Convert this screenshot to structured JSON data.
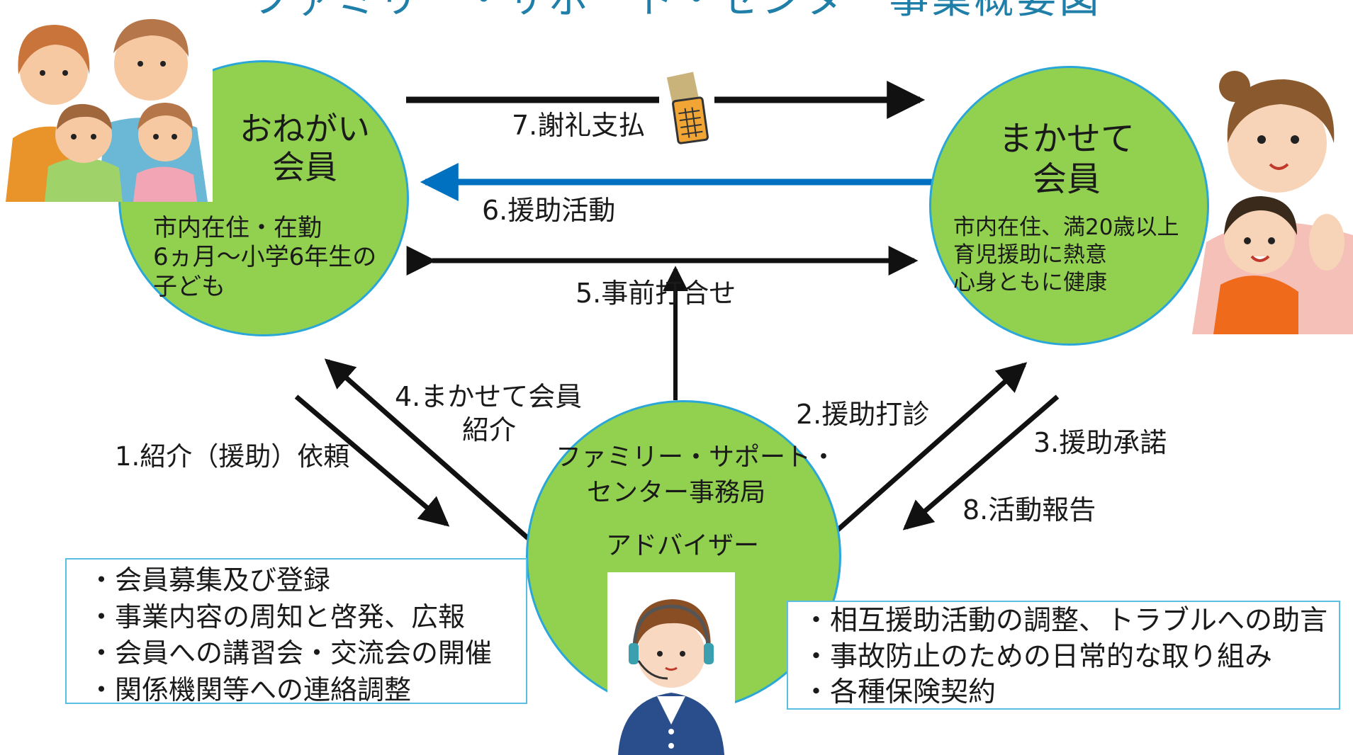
{
  "title": "ファミリー・サポート・センター事業概要図",
  "nodes": {
    "requester": {
      "title_line1": "おねがい",
      "title_line2": "会員",
      "desc": [
        "市内在住・在勤",
        "6ヵ月～小学6年生の",
        "子ども"
      ]
    },
    "provider": {
      "title_line1": "まかせて",
      "title_line2": "会員",
      "desc": [
        "市内在住、満20歳以上",
        "育児援助に熱意",
        "心身ともに健康"
      ]
    },
    "office": {
      "line1": "ファミリー・サポート・",
      "line2": "センター事務局",
      "line3": "アドバイザー"
    }
  },
  "steps": {
    "s1": "1.紹介（援助）依頼",
    "s2": "2.援助打診",
    "s3": "3.援助承諾",
    "s4_line1": "4.まかせて会員",
    "s4_line2": "紹介",
    "s5": "5.事前打合せ",
    "s6": "6.援助活動",
    "s7": "7.謝礼支払",
    "s8": "8.活動報告"
  },
  "office_duties_left": [
    "・会員募集及び登録",
    "・事業内容の周知と啓発、広報",
    "・会員への講習会・交流会の開催",
    "・関係機関等への連絡調整"
  ],
  "office_duties_right": [
    "・相互援助活動の調整、トラブルへの助言",
    "・事故防止のための日常的な取り組み",
    "・各種保険契約"
  ],
  "colors": {
    "circle_fill": "#92d050",
    "circle_border": "#2aa7d8",
    "arrow": "#111111",
    "activity_arrow": "#0070c0",
    "title": "#1f7fa8",
    "box_border": "#5bbfe3"
  },
  "icons": {
    "family": "family-illustration",
    "mother_child": "mother-child-illustration",
    "advisor": "headset-operator-illustration",
    "payment": "money-envelope-icon"
  }
}
